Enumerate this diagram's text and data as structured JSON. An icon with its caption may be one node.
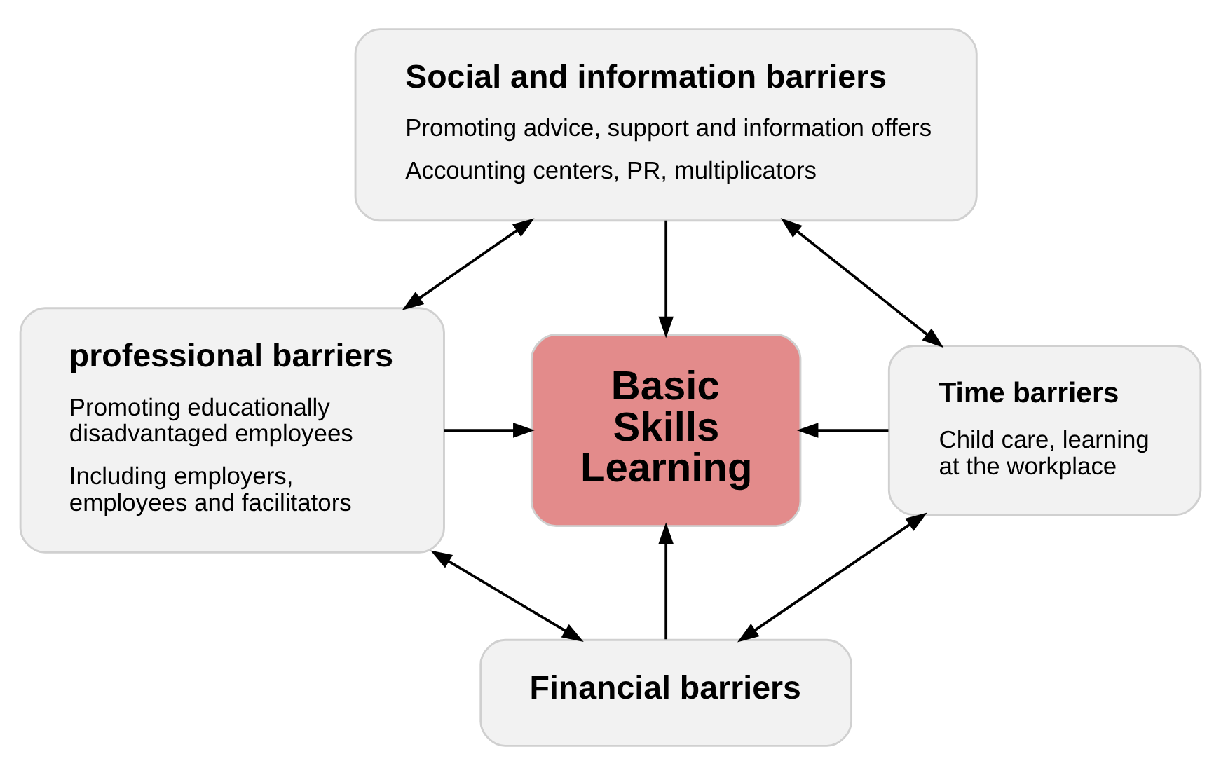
{
  "diagram": {
    "nodes": [
      {
        "text": [
          "Social and information barriers",
          "Promoting advice, support and information offers",
          "Accounting centers, PR, multiplicators"
        ]
      },
      {
        "text": [
          "professional barriers",
          "Promoting educationally disadvantaged employees",
          "Including employers, employees and facilitators"
        ]
      },
      {
        "text": [
          "Basic Skills Learning"
        ]
      },
      {
        "text": [
          "Time barriers",
          "Child care, learning at the workplace"
        ]
      },
      {
        "text": [
          "Financial barriers"
        ]
      }
    ],
    "edges": [
      {
        "from": 0,
        "to": 2,
        "arrow": "to"
      },
      {
        "from": 1,
        "to": 2,
        "arrow": "to"
      },
      {
        "from": 3,
        "to": 2,
        "arrow": "to"
      },
      {
        "from": 4,
        "to": 2,
        "arrow": "to"
      },
      {
        "from": 0,
        "to": 1,
        "arrow": "both"
      },
      {
        "from": 0,
        "to": 3,
        "arrow": "both"
      },
      {
        "from": 1,
        "to": 4,
        "arrow": "both"
      },
      {
        "from": 3,
        "to": 4,
        "arrow": "both"
      }
    ]
  }
}
